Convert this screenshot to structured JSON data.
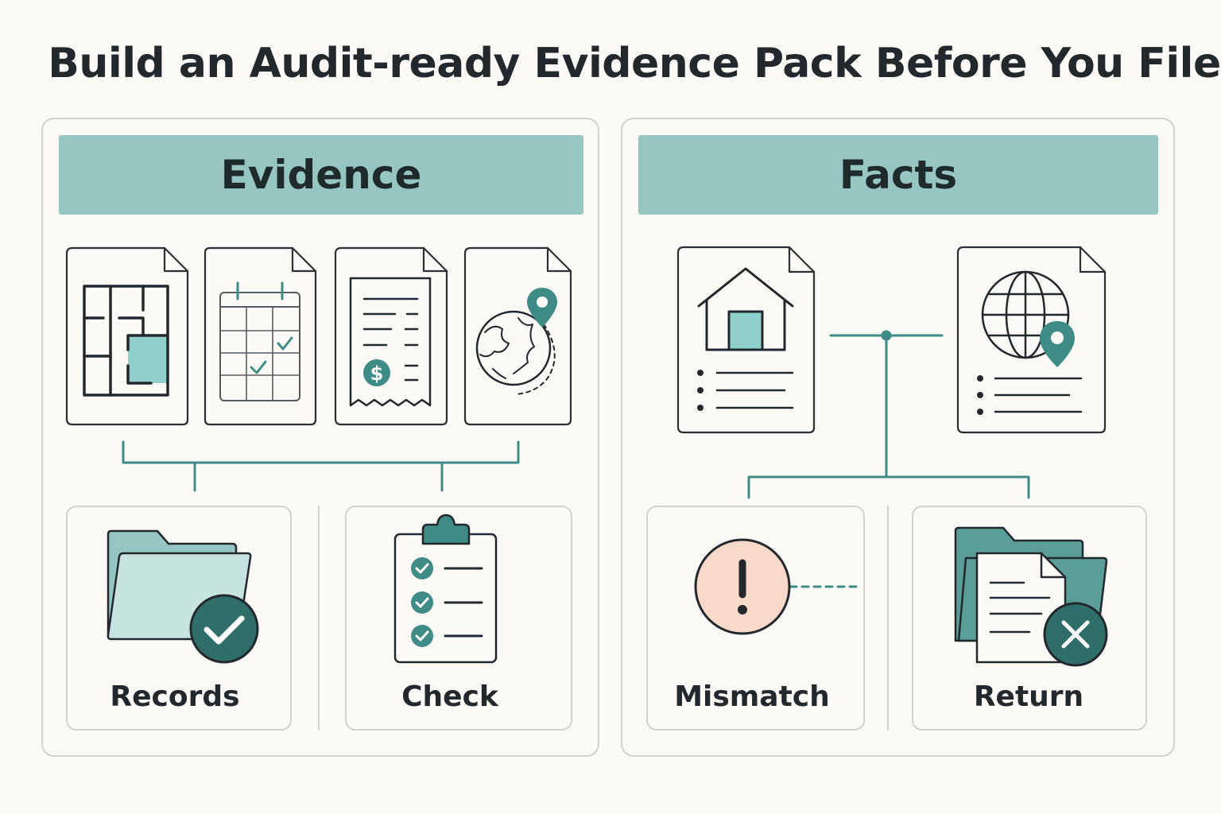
{
  "title": "Build an Audit-ready Evidence Pack Before You File",
  "colors": {
    "banner": "#95c6c1",
    "accent": "#3f8b85",
    "accent_dark": "#2f6e69",
    "light_teal": "#8fd0cb",
    "alert": "#f9d9c9",
    "ink": "#23282c",
    "panel_border": "#d3d2cd"
  },
  "panels": {
    "evidence": {
      "heading": "Evidence",
      "documents": [
        "floor-plan-icon",
        "calendar-icon",
        "receipt-icon",
        "globe-location-icon"
      ],
      "cards": [
        {
          "label": "Records",
          "icon": "folder-check-icon"
        },
        {
          "label": "Check",
          "icon": "clipboard-checklist-icon"
        }
      ]
    },
    "facts": {
      "heading": "Facts",
      "documents": [
        "house-document-icon",
        "globe-document-icon"
      ],
      "cards": [
        {
          "label": "Mismatch",
          "icon": "alert-icon"
        },
        {
          "label": "Return",
          "icon": "folder-x-icon"
        }
      ]
    }
  }
}
